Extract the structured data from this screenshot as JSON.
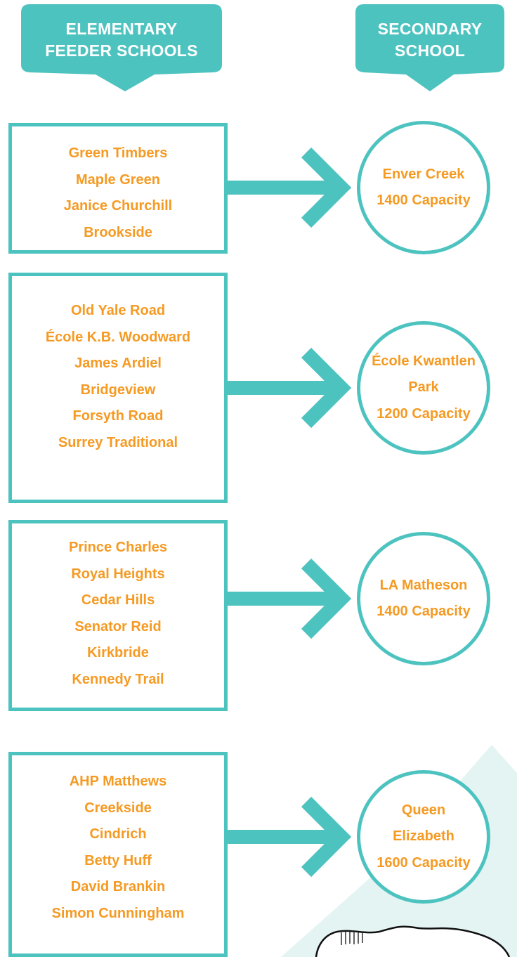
{
  "colors": {
    "teal": "#4dc3c0",
    "orange": "#f59a23",
    "light_teal": "#e3f4f3"
  },
  "headers": {
    "elementary": {
      "lines": [
        "ELEMENTARY",
        "FEEDER SCHOOLS"
      ]
    },
    "secondary": {
      "lines": [
        "SECONDARY",
        "SCHOOL"
      ]
    }
  },
  "rows": [
    {
      "feeders": [
        "Green Timbers",
        "Maple Green",
        "Janice Churchill",
        "Brookside"
      ],
      "secondary": [
        "Enver Creek",
        "1400 Capacity"
      ]
    },
    {
      "feeders": [
        "Old Yale Road",
        "École K.B. Woodward",
        "James Ardiel",
        "Bridgeview",
        "Forsyth Road",
        "Surrey Traditional"
      ],
      "secondary": [
        "École Kwantlen",
        "Park",
        "1200 Capacity"
      ]
    },
    {
      "feeders": [
        "Prince Charles",
        "Royal Heights",
        "Cedar Hills",
        "Senator Reid",
        "Kirkbride",
        "Kennedy Trail"
      ],
      "secondary": [
        "LA Matheson",
        "1400 Capacity"
      ]
    },
    {
      "feeders": [
        "AHP Matthews",
        "Creekside",
        "Cindrich",
        "Betty Huff",
        "David Brankin",
        "Simon Cunningham"
      ],
      "secondary": [
        "Queen",
        "Elizabeth",
        "1600 Capacity"
      ]
    }
  ]
}
